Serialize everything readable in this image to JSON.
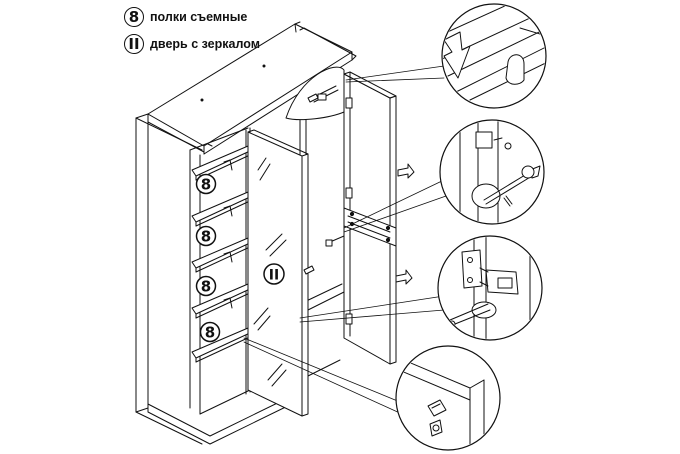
{
  "legend": [
    {
      "marker": "8",
      "text": "полки съемные"
    },
    {
      "marker": "II",
      "text": "дверь с зеркалом"
    }
  ],
  "callouts": {
    "shelf_marker": "8",
    "door_marker": "II"
  },
  "colors": {
    "stroke": "#111111",
    "background": "#ffffff"
  },
  "icons": [
    "shelf-support-icon",
    "cam-lock-icon",
    "hinge-icon",
    "stopper-icon"
  ]
}
